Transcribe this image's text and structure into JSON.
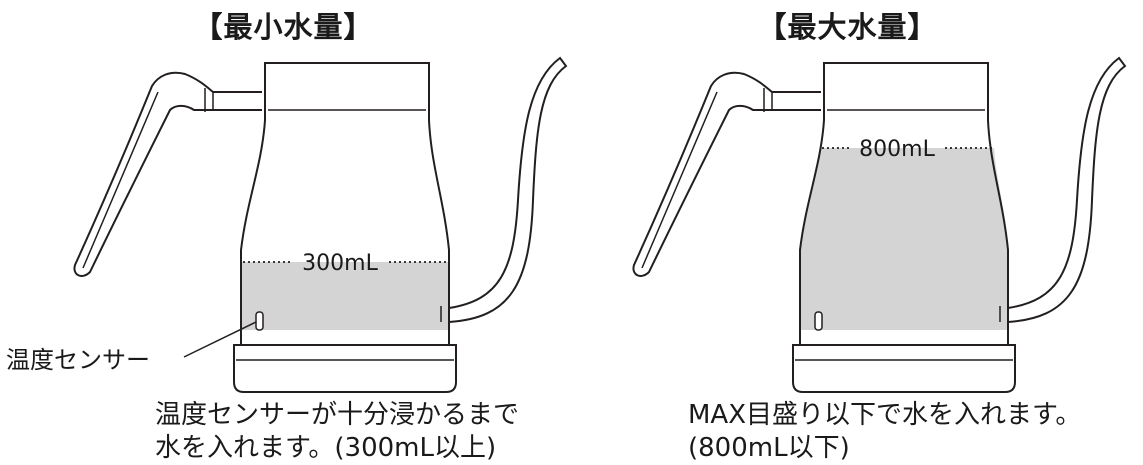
{
  "panels": [
    {
      "title": "【最小水量】",
      "level_label": "300mL",
      "sensor_label": "温度センサー",
      "caption_lines": [
        "温度センサーが十分浸かるまで",
        "水を入れます。(300mL以上)"
      ],
      "water_level_fraction": 0.375
    },
    {
      "title": "【最大水量】",
      "level_label": "800mL",
      "caption_lines": [
        "MAX目盛り以下で水を入れます。",
        "(800mL以下)"
      ],
      "water_level_fraction": 1.0
    }
  ],
  "colors": {
    "water": "#d4d4d4",
    "outline": "#231f20"
  }
}
